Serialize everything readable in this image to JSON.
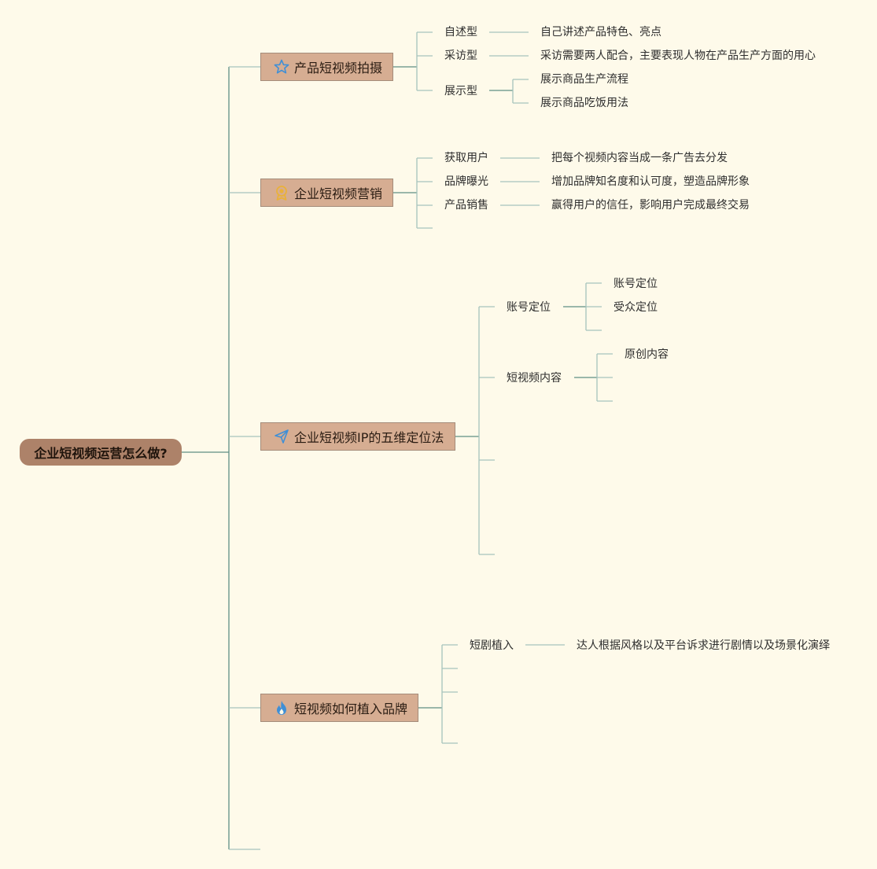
{
  "root": {
    "label": "企业短视频运营怎么做?"
  },
  "branches": [
    {
      "label": "产品短视频拍摄",
      "icon": "star-icon",
      "items": [
        {
          "label": "自述型",
          "detail": "自己讲述产品特色、亮点"
        },
        {
          "label": "采访型",
          "detail": "采访需要两人配合，主要表现人物在产品生产方面的用心"
        },
        {
          "label": "展示型",
          "children": [
            "展示商品生产流程",
            "展示商品吃饭用法"
          ]
        }
      ]
    },
    {
      "label": "企业短视频营销",
      "icon": "badge-icon",
      "items": [
        {
          "label": "获取用户",
          "detail": "把每个视频内容当成一条广告去分发"
        },
        {
          "label": "品牌曝光",
          "detail": "增加品牌知名度和认可度，塑造品牌形象"
        },
        {
          "label": "产品销售",
          "detail": "赢得用户的信任，影响用户完成最终交易"
        }
      ]
    },
    {
      "label": "企业短视频IP的五维定位法",
      "icon": "paper-plane-icon",
      "items": [
        {
          "label": "账号定位",
          "children": [
            "账号定位",
            "受众定位"
          ]
        },
        {
          "label": "短视频内容",
          "children": [
            "原创内容"
          ]
        }
      ]
    },
    {
      "label": "短视频如何植入品牌",
      "icon": "flame-icon",
      "items": [
        {
          "label": "短剧植入",
          "detail": "达人根据风格以及平台诉求进行剧情以及场景化演绎"
        }
      ]
    }
  ],
  "colors": {
    "background": "#fefaea",
    "line": "#5e8f85",
    "line_light": "#a6c4bd",
    "root_fill": "#ad8269",
    "branch_fill": "#d6ad92",
    "icon_blue": "#3f8fd6",
    "icon_gold": "#e9b13b"
  }
}
